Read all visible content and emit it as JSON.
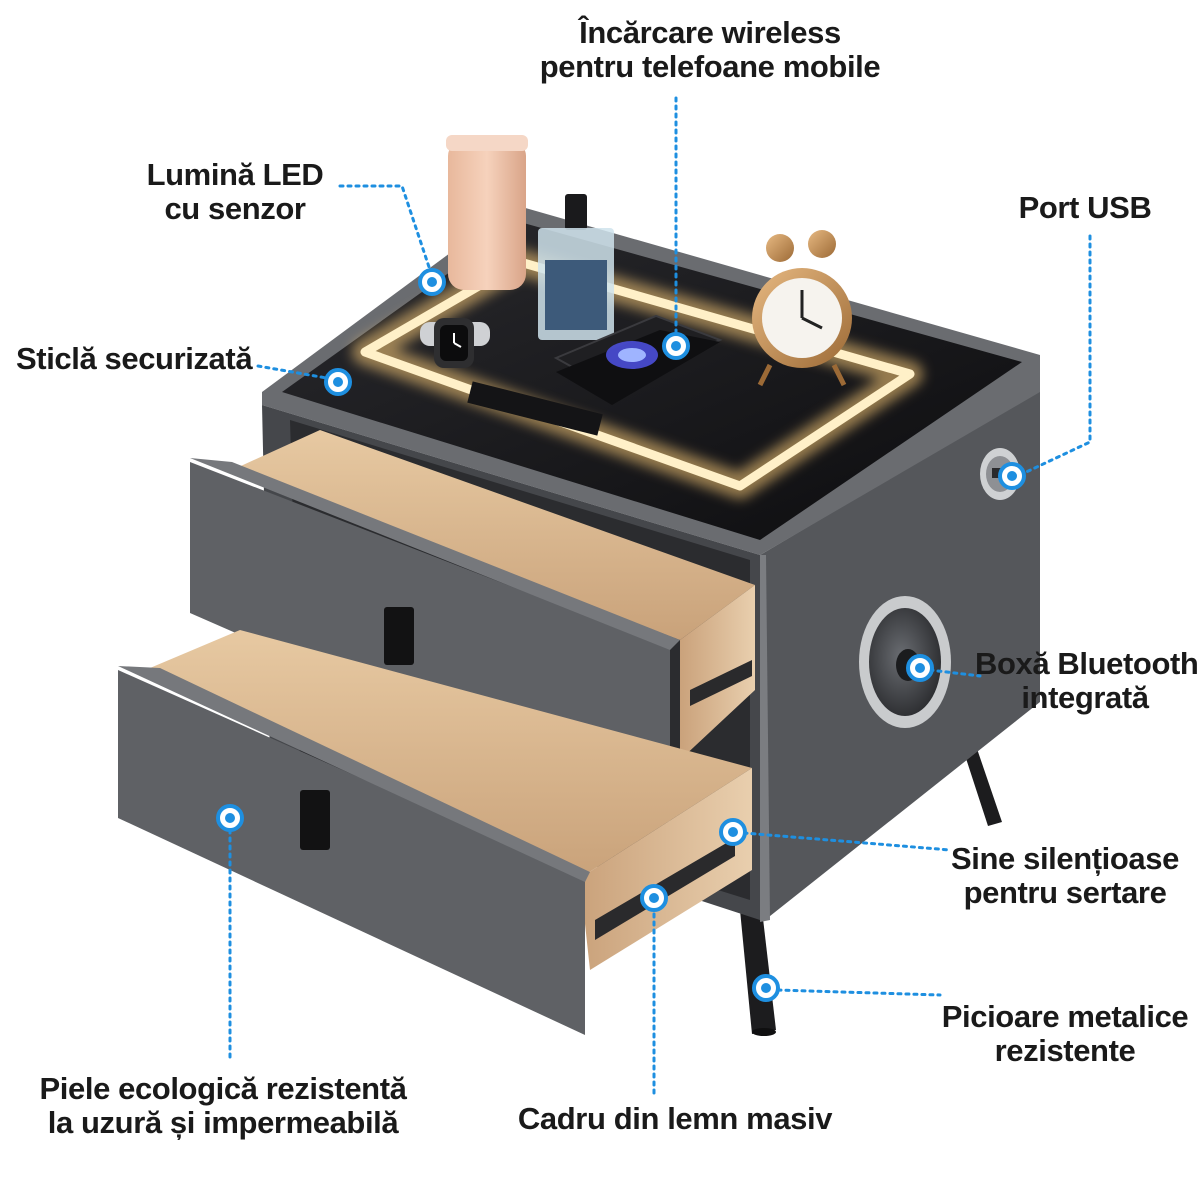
{
  "callouts": {
    "wireless_charging": {
      "line1": "Încărcare wireless",
      "line2": "pentru telefoane mobile",
      "icon": "callout-dot-icon"
    },
    "led_light": {
      "line1": "Lumină LED",
      "line2": "cu senzor",
      "icon": "callout-dot-icon"
    },
    "usb_port": {
      "line1": "Port USB",
      "icon": "callout-dot-icon"
    },
    "tempered_glass": {
      "line1": "Sticlă securizată",
      "icon": "callout-dot-icon"
    },
    "bluetooth_speaker": {
      "line1": "Boxă Bluetooth",
      "line2": "integrată",
      "icon": "callout-dot-icon"
    },
    "silent_rails": {
      "line1": "Sine silențioase",
      "line2": "pentru sertare",
      "icon": "callout-dot-icon"
    },
    "metal_legs": {
      "line1": "Picioare metalice",
      "line2": "rezistente",
      "icon": "callout-dot-icon"
    },
    "eco_leather": {
      "line1": "Piele ecologică rezistentă",
      "line2": "la uzură și impermeabilă",
      "icon": "callout-dot-icon"
    },
    "wood_frame": {
      "line1": "Cadru din lemn masiv",
      "icon": "callout-dot-icon"
    }
  },
  "colors": {
    "callout_blue": "#1e8fe0",
    "body_grey": "#5b5d61",
    "glass_black": "#141416",
    "led_glow": "#ffd58a",
    "wood": "#d9b68c",
    "text": "#1a1a1a"
  }
}
